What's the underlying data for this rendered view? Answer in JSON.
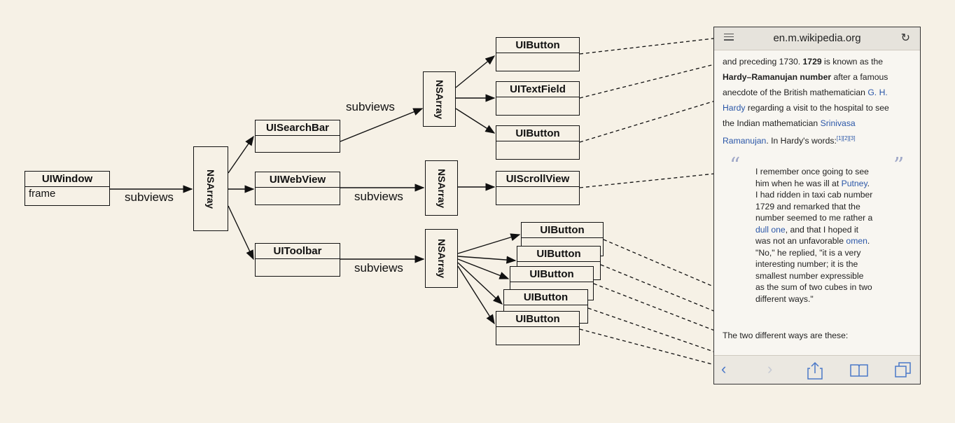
{
  "diagram": {
    "window": {
      "title": "UIWindow",
      "attr": "frame"
    },
    "nsarray_label": "NSArray",
    "subviews_label": "subviews",
    "searchbar": "UISearchBar",
    "webview": "UIWebView",
    "toolbar_view": "UIToolbar",
    "button": "UIButton",
    "textfield": "UITextField",
    "scrollview": "UIScrollView"
  },
  "phone": {
    "url": "en.m.wikipedia.org",
    "article": {
      "l1": "and preceding 1730. ",
      "l1b": "1729",
      "l1c": " is known as the",
      "l2b": "Hardy–Ramanujan number",
      "l2c": " after a famous",
      "l3": "anecdote of the British mathematician ",
      "l3a": "G. H.",
      "l4a": "Hardy",
      "l4": " regarding a visit to the hospital to see",
      "l5": "the Indian mathematician ",
      "l5a": "Srinivasa",
      "l6a": "Ramanujan",
      "l6": ". In Hardy's words:",
      "l6s": "[1][2][3]"
    },
    "quote": {
      "q1": "I remember once going to see him when he was ill at ",
      "q1a": "Putney",
      "q2": ". I had ridden in taxi cab number 1729 and remarked that the number seemed to me rather a ",
      "q2a": "dull one",
      "q3": ", and that I hoped it was not an unfavorable ",
      "q3a": "omen",
      "q4": ". \"No,\" he replied, \"it is a very interesting number; it is the smallest number expressible as the sum of two cubes in two different ways.\""
    },
    "after": "The two different ways are these:",
    "toolbar_icons": [
      "back-icon",
      "forward-icon",
      "share-icon",
      "bookmarks-icon",
      "tabs-icon"
    ]
  },
  "colors": {
    "background": "#f6f1e6",
    "link": "#2b57a8",
    "toolbar_icon": "#4a78c8"
  }
}
